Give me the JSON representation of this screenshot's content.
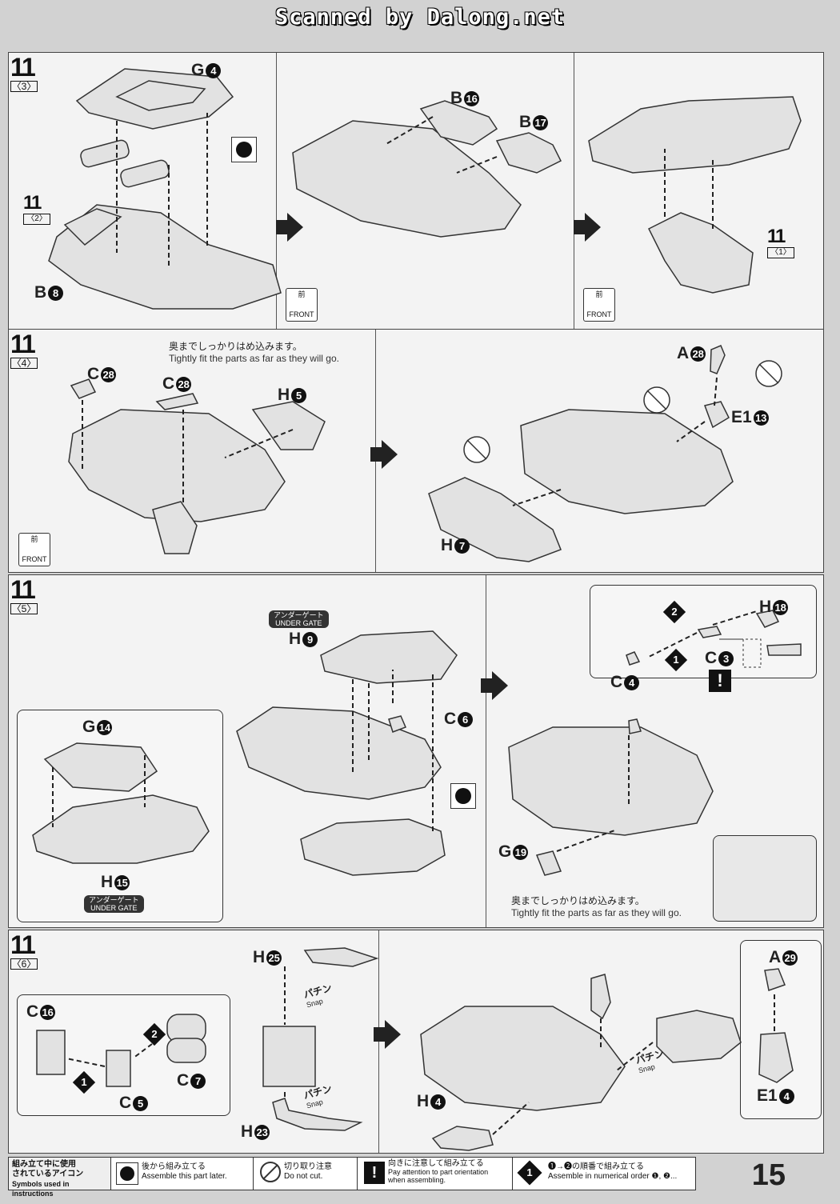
{
  "watermark": "Scanned by Dalong.net",
  "page_number": "15",
  "front": {
    "ja": "前",
    "en": "FRONT"
  },
  "snap": {
    "ja": "パチン",
    "en": "Snap"
  },
  "under_gate": {
    "ja": "アンダーゲート",
    "en": "UNDER GATE"
  },
  "tight_note": {
    "ja": "奥までしっかりはめ込みます。",
    "en": "Tightly fit the parts as far as they will go."
  },
  "steps": [
    {
      "number": "11",
      "sub": "〈3〉",
      "labels": {
        "g4": {
          "l": "G",
          "n": "4"
        },
        "b8": {
          "l": "B",
          "n": "8"
        },
        "b16": {
          "l": "B",
          "n": "16"
        },
        "b17": {
          "l": "B",
          "n": "17"
        }
      },
      "refs": [
        {
          "number": "11",
          "sub": "〈2〉"
        },
        {
          "number": "11",
          "sub": "〈1〉"
        }
      ]
    },
    {
      "number": "11",
      "sub": "〈4〉",
      "labels": {
        "c28a": {
          "l": "C",
          "n": "28"
        },
        "c28b": {
          "l": "C",
          "n": "28"
        },
        "h5": {
          "l": "H",
          "n": "5"
        },
        "a28": {
          "l": "A",
          "n": "28"
        },
        "e113": {
          "l": "E1",
          "n": "13"
        },
        "h7": {
          "l": "H",
          "n": "7"
        }
      }
    },
    {
      "number": "11",
      "sub": "〈5〉",
      "labels": {
        "h9": {
          "l": "H",
          "n": "9"
        },
        "c6": {
          "l": "C",
          "n": "6"
        },
        "g14": {
          "l": "G",
          "n": "14"
        },
        "h15": {
          "l": "H",
          "n": "15"
        },
        "h18": {
          "l": "H",
          "n": "18"
        },
        "c3": {
          "l": "C",
          "n": "3"
        },
        "c4": {
          "l": "C",
          "n": "4"
        },
        "g19": {
          "l": "G",
          "n": "19"
        }
      },
      "order": [
        "1",
        "2"
      ]
    },
    {
      "number": "11",
      "sub": "〈6〉",
      "labels": {
        "h25": {
          "l": "H",
          "n": "25"
        },
        "h23": {
          "l": "H",
          "n": "23"
        },
        "c16": {
          "l": "C",
          "n": "16"
        },
        "c7": {
          "l": "C",
          "n": "7"
        },
        "c5": {
          "l": "C",
          "n": "5"
        },
        "h4": {
          "l": "H",
          "n": "4"
        },
        "a29": {
          "l": "A",
          "n": "29"
        },
        "e14": {
          "l": "E1",
          "n": "4"
        }
      },
      "order": [
        "1",
        "2"
      ]
    }
  ],
  "legend": {
    "title_ja1": "組み立て中に使用",
    "title_ja2": "されているアイコン",
    "title_en": "Symbols used in instructions",
    "items": [
      {
        "icon": "assemble-later-icon",
        "ja": "後から組み立てる",
        "en": "Assemble this part later."
      },
      {
        "icon": "do-not-cut-icon",
        "ja": "切り取り注意",
        "en": "Do not cut."
      },
      {
        "icon": "attention-icon",
        "ja": "向きに注意して組み立てる",
        "en1": "Pay attention to part orientation",
        "en2": "when assembling."
      },
      {
        "icon": "numerical-order-icon",
        "ja": "❶→❷の順番で組み立てる",
        "en": "Assemble in numerical order ❶, ❷..."
      }
    ]
  }
}
